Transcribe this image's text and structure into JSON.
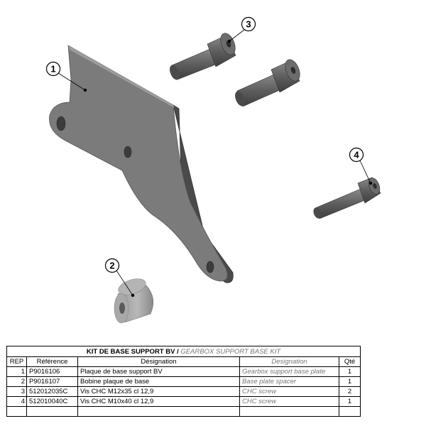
{
  "callouts": [
    "1",
    "2",
    "3",
    "4"
  ],
  "table": {
    "title_fr": "KIT DE BASE SUPPORT BV",
    "title_sep": "/",
    "title_en": "GEARBOX SUPPORT BASE KIT",
    "headers": {
      "rep": "REP",
      "reference": "Référence",
      "designation_fr": "Désignation",
      "designation_en": "Designation",
      "qty": "Qté"
    },
    "rows": [
      {
        "rep": "1",
        "reference": "P9016106",
        "designation_fr": "Plaque de base support BV",
        "designation_en": "Gearbox support base plate",
        "qty": "1"
      },
      {
        "rep": "2",
        "reference": "P9016107",
        "designation_fr": "Bobine plaque de base",
        "designation_en": "Base plate spacer",
        "qty": "1"
      },
      {
        "rep": "3",
        "reference": "512012035C",
        "designation_fr": "Vis CHC M12x35 cl 12,9",
        "designation_en": "CHC screw",
        "qty": "2"
      },
      {
        "rep": "4",
        "reference": "512010040C",
        "designation_fr": "Vis CHC M10x40 cl 12,9",
        "designation_en": "CHC screw",
        "qty": "1"
      }
    ]
  }
}
